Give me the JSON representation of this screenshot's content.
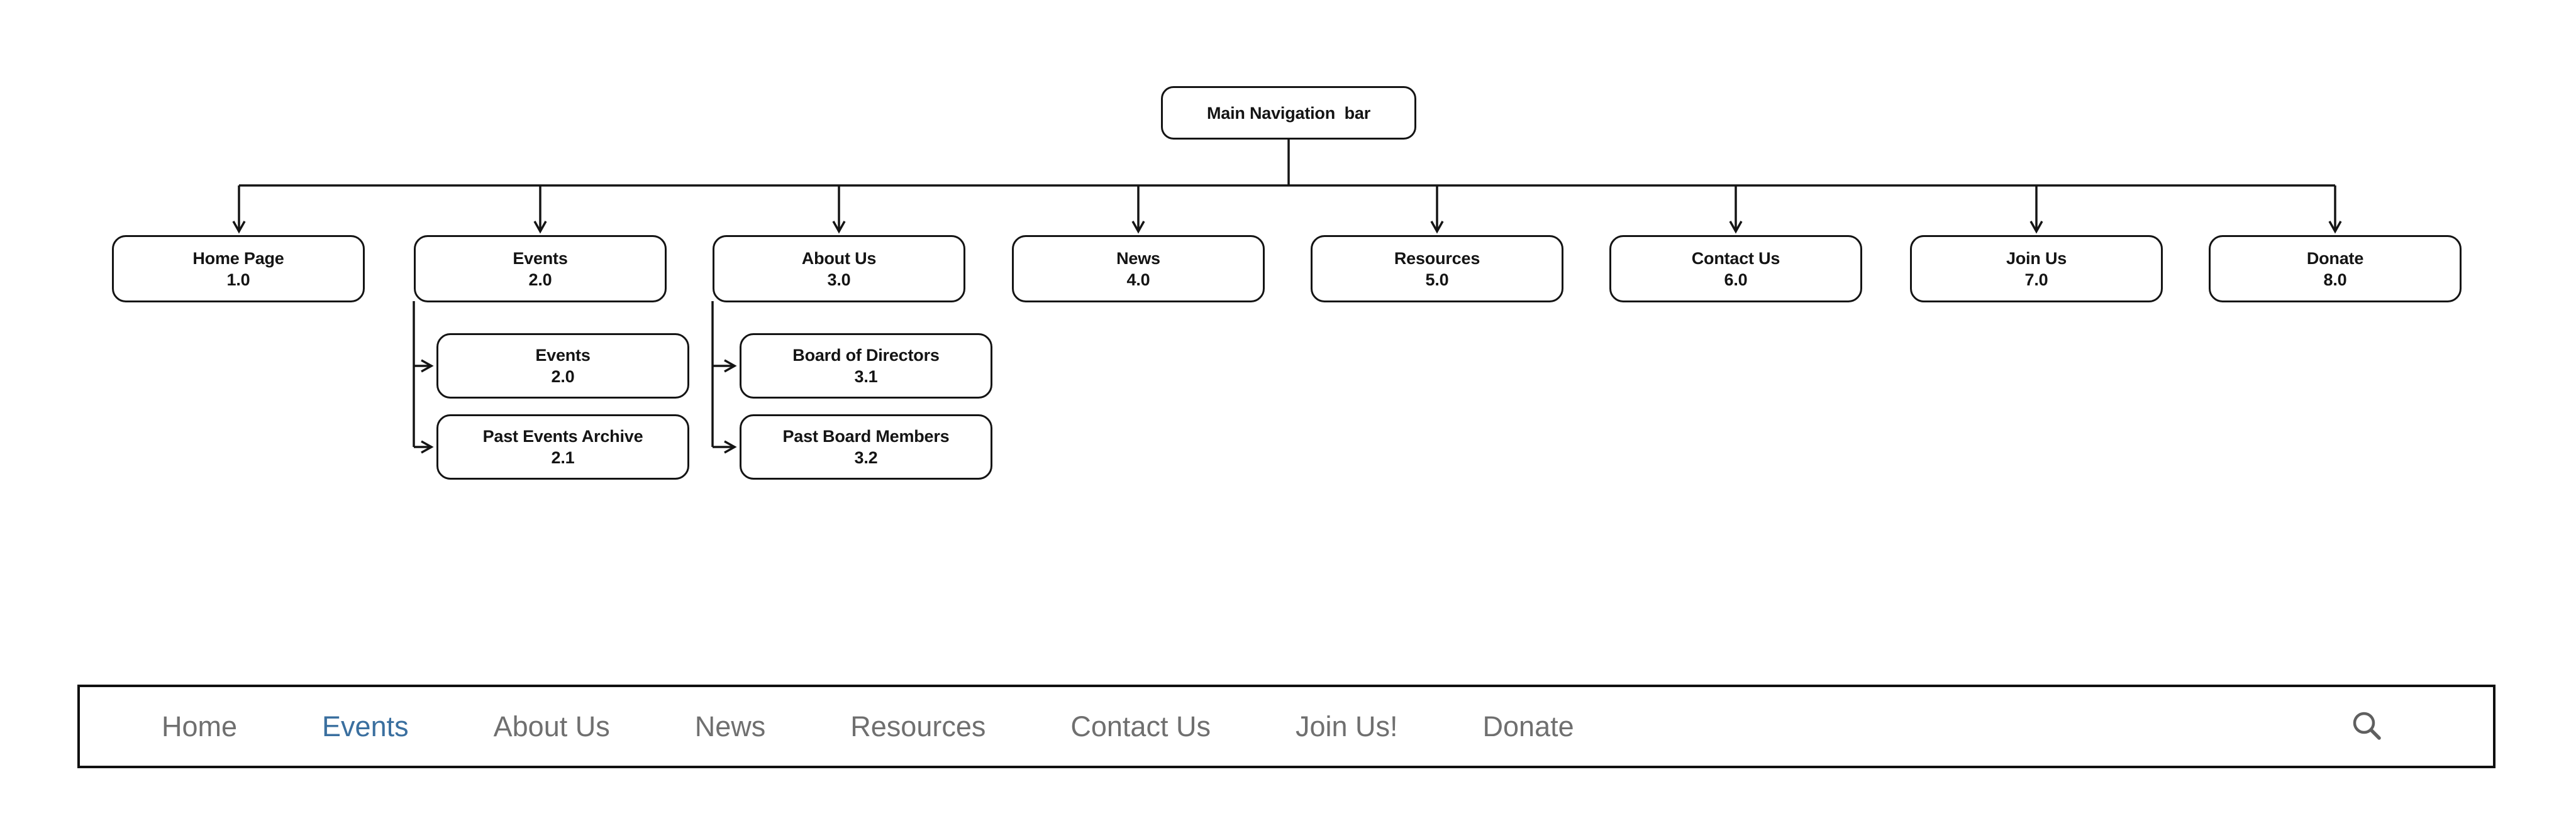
{
  "diagram": {
    "root": {
      "label": "Main Navigation  bar"
    },
    "level1": [
      {
        "label": "Home Page",
        "num": "1.0"
      },
      {
        "label": "Events",
        "num": "2.0"
      },
      {
        "label": "About Us",
        "num": "3.0"
      },
      {
        "label": "News",
        "num": "4.0"
      },
      {
        "label": "Resources",
        "num": "5.0"
      },
      {
        "label": "Contact Us",
        "num": "6.0"
      },
      {
        "label": "Join Us",
        "num": "7.0"
      },
      {
        "label": "Donate",
        "num": "8.0"
      }
    ],
    "events_children": [
      {
        "label": "Events",
        "num": "2.0"
      },
      {
        "label": "Past Events Archive",
        "num": "2.1"
      }
    ],
    "about_children": [
      {
        "label": "Board of Directors",
        "num": "3.1"
      },
      {
        "label": "Past Board Members",
        "num": "3.2"
      }
    ],
    "line_color": "#141414",
    "node_border_color": "#141414",
    "node_fill": "#ffffff"
  },
  "navbar": {
    "items": [
      {
        "label": "Home"
      },
      {
        "label": "Events"
      },
      {
        "label": "About Us"
      },
      {
        "label": "News"
      },
      {
        "label": "Resources"
      },
      {
        "label": "Contact Us"
      },
      {
        "label": "Join Us!"
      },
      {
        "label": "Donate"
      }
    ],
    "active_item": "Events",
    "active_color": "#3a6f9f",
    "text_color": "#6f6f6f",
    "search_icon": "magnifying-glass",
    "icon_color": "#5f5f5f"
  }
}
